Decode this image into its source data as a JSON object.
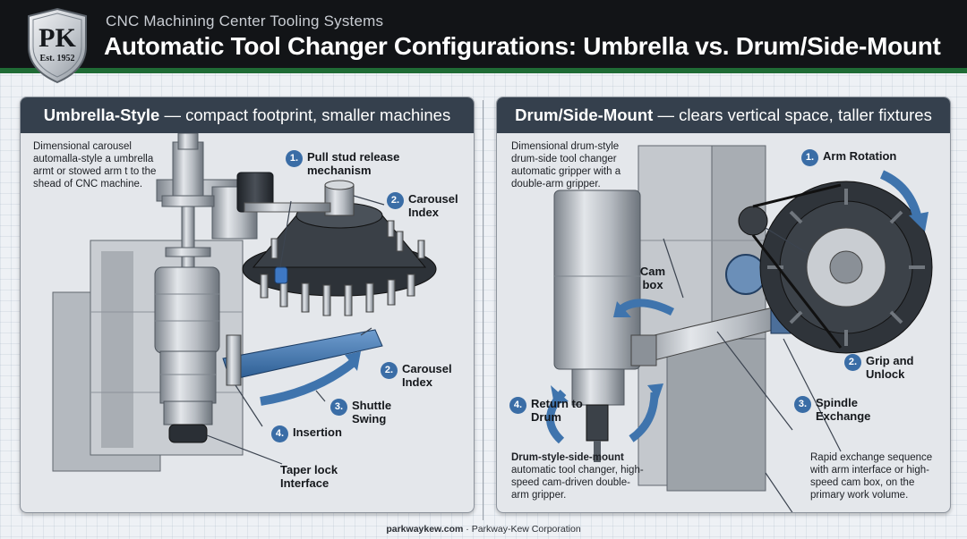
{
  "header": {
    "logo_text": "PK",
    "logo_est": "Est. 1952",
    "subtitle": "CNC Machining Center Tooling Systems",
    "title": "Automatic Tool Changer Configurations: Umbrella vs. Drum/Side-Mount"
  },
  "left": {
    "title_bold": "Umbrella-Style",
    "title_rest": " — compact footprint, smaller machines",
    "description": "Dimensional carousel automalla-style a umbrella armt or stowed arm t to the shead of CNC machine.",
    "callouts": [
      {
        "n": "1.",
        "label": "Pull stud release mechanism"
      },
      {
        "n": "2.",
        "label": "Carousel Index"
      },
      {
        "n": "2.",
        "label": "Carousel Index"
      },
      {
        "n": "3.",
        "label": "Shuttle Swing"
      },
      {
        "n": "4.",
        "label": "Insertion"
      }
    ],
    "taper_label": "Taper lock Interface"
  },
  "right": {
    "title_bold": "Drum/Side-Mount",
    "title_rest": " — clears vertical space, taller fixtures",
    "description": "Dimensional drum-style drum-side tool changer automatic gripper with a double-arm gripper.",
    "callouts": [
      {
        "n": "1.",
        "label": "Arm Rotation"
      },
      {
        "n": "2.",
        "label": "Grip and Unlock"
      },
      {
        "n": "3.",
        "label": "Spindle Exchange"
      },
      {
        "n": "4.",
        "label": "Return to Drum"
      }
    ],
    "cam_label": "Cam box",
    "note_title": "Drum-style-side-mount",
    "note_body": "automatic tool changer, high-speed cam-driven double-arm gripper.",
    "note_right": "Rapid exchange sequence with arm interface or high-speed cam box, on the primary work volume."
  },
  "footer": {
    "site": "parkwaykew.com",
    "sep": " · ",
    "company": "Parkway-Kew Corporation"
  },
  "colors": {
    "header_bg": "#121417",
    "accent_green": "#1f6b35",
    "panel_head": "#35404d",
    "badge_blue": "#3a6da6",
    "arrow_blue": "#3f74ad"
  },
  "icons": [
    "pk-shield-logo",
    "curved-arrow-icon"
  ]
}
